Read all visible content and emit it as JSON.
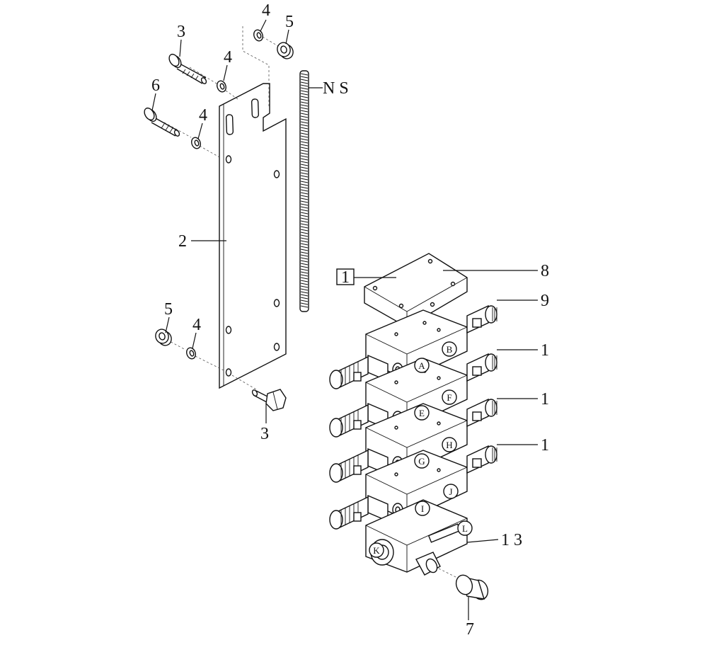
{
  "diagram": {
    "part_labels": {
      "p4_top": "4",
      "p5_top": "5",
      "p3_top": "3",
      "p4_upper": "4",
      "p6": "6",
      "p4_mid": "4",
      "p2": "2",
      "p5_low": "5",
      "p4_low": "4",
      "p3_low": "3",
      "ns": "N S",
      "p8": "8",
      "p9": "9",
      "p1a": "1",
      "p1b": "1",
      "p1c": "1",
      "p13": "1 3",
      "p7": "7"
    },
    "box_label": "1",
    "ports": [
      "A",
      "B",
      "E",
      "F",
      "G",
      "H",
      "I",
      "J",
      "K",
      "L"
    ]
  },
  "colors": {
    "line": "#111111",
    "background": "#ffffff"
  }
}
